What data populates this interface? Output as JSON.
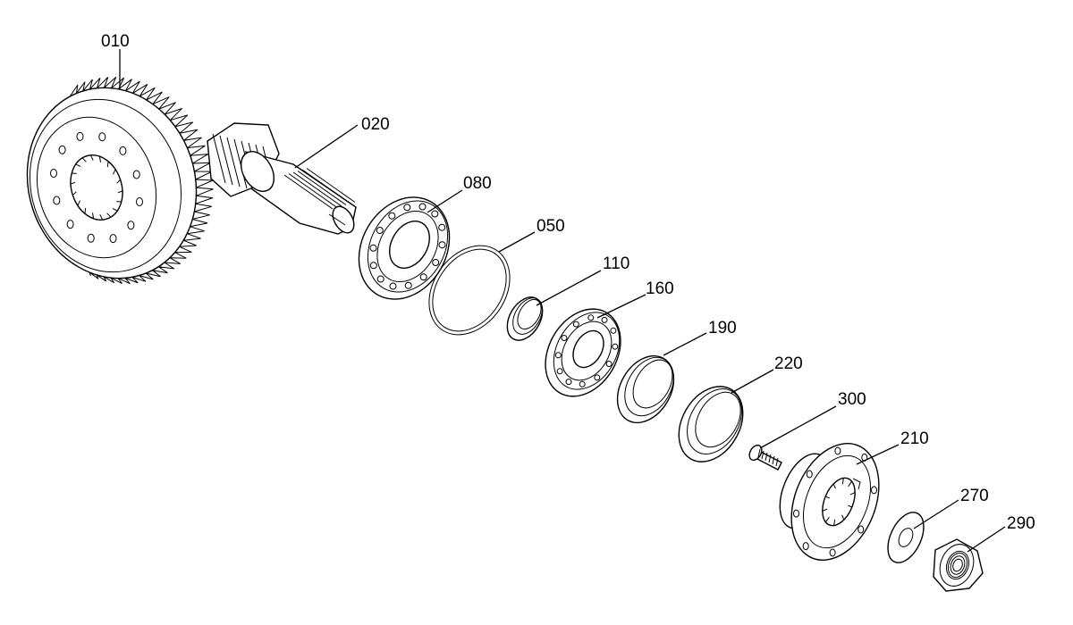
{
  "parts": [
    {
      "id": "gear",
      "label": "010"
    },
    {
      "id": "pinion",
      "label": "020"
    },
    {
      "id": "bearing-large",
      "label": "080"
    },
    {
      "id": "shim-ring",
      "label": "050"
    },
    {
      "id": "spacer-ring",
      "label": "110"
    },
    {
      "id": "bearing-small",
      "label": "160"
    },
    {
      "id": "bearing-cup",
      "label": "190"
    },
    {
      "id": "seal",
      "label": "220"
    },
    {
      "id": "screw",
      "label": "300"
    },
    {
      "id": "flange",
      "label": "210"
    },
    {
      "id": "washer",
      "label": "270"
    },
    {
      "id": "nut",
      "label": "290"
    }
  ]
}
